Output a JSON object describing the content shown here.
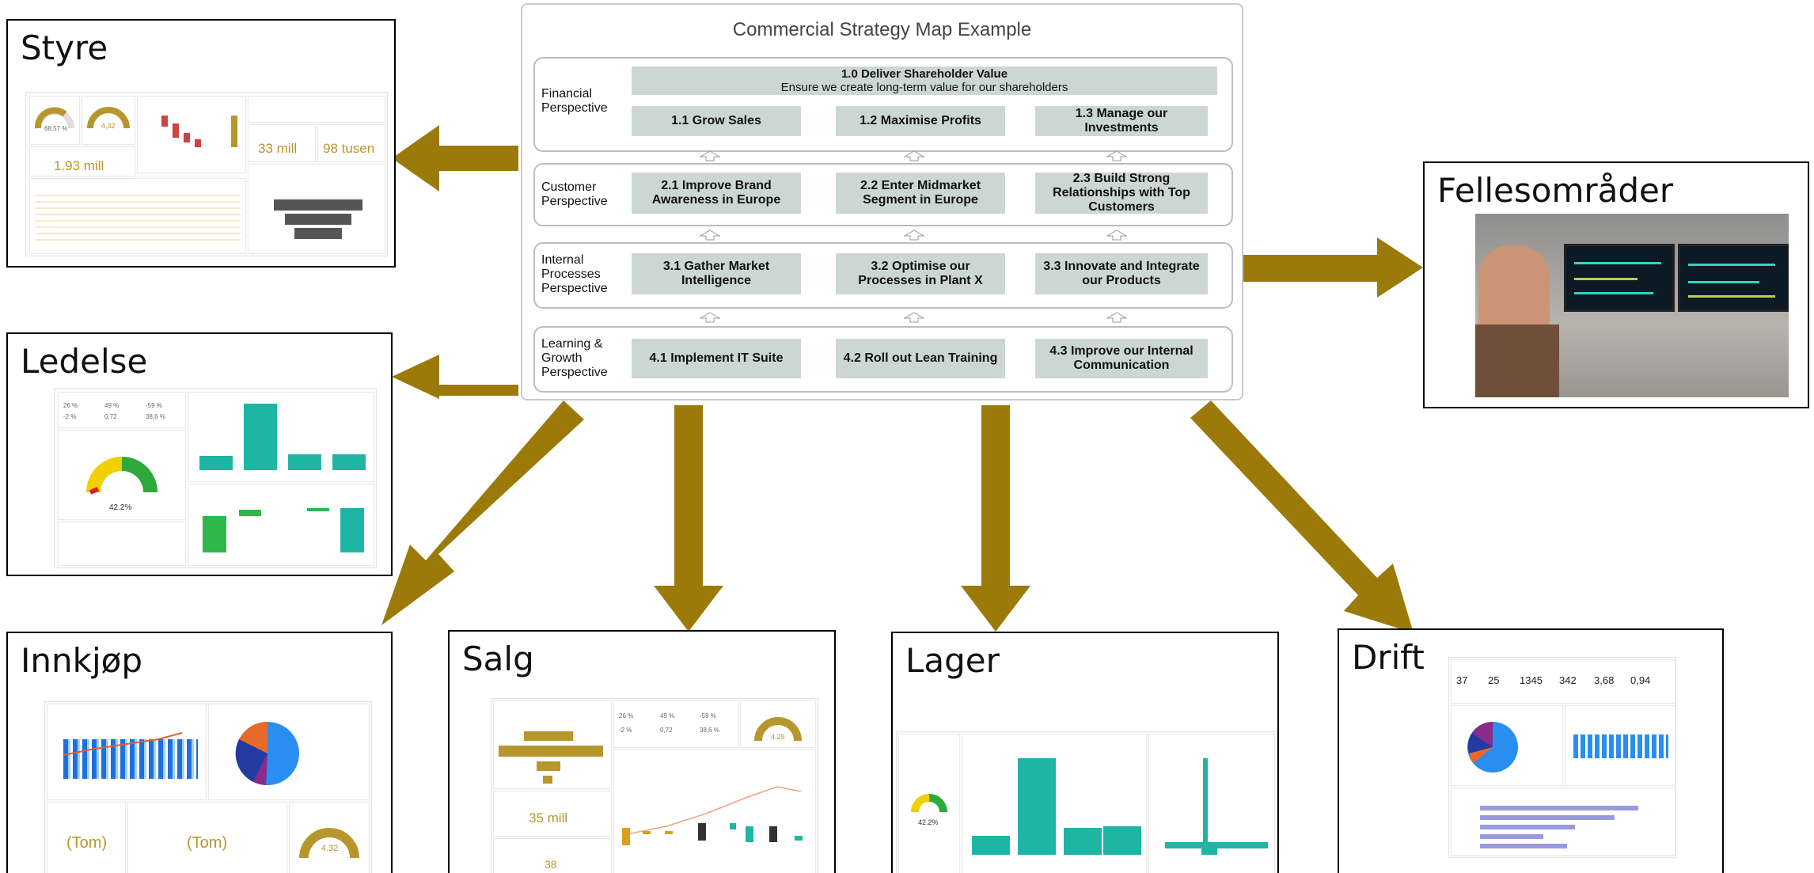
{
  "strategy_map": {
    "title": "Commercial Strategy Map Example",
    "perspectives": [
      {
        "label": "Financial\nPerspective",
        "top_objective": {
          "line1": "1.0 Deliver Shareholder Value",
          "line2": "Ensure we create long-term value for our shareholders"
        },
        "objectives": [
          "1.1 Grow Sales",
          "1.2 Maximise Profits",
          "1.3 Manage our Investments"
        ]
      },
      {
        "label": "Customer\nPerspective",
        "objectives": [
          "2.1 Improve Brand Awareness in Europe",
          "2.2  Enter Midmarket Segment in Europe",
          "2.3 Build Strong Relationships with Top Customers"
        ]
      },
      {
        "label": "Internal\nProcesses\nPerspective",
        "objectives": [
          "3.1 Gather Market Intelligence",
          "3.2  Optimise our Processes in Plant X",
          "3.3 Innovate and Integrate our Products"
        ]
      },
      {
        "label": "Learning &\nGrowth\nPerspective",
        "objectives": [
          "4.1 Implement IT Suite",
          "4.2  Roll out Lean Training",
          "4.3 Improve our Internal Communication"
        ]
      }
    ]
  },
  "panels": {
    "styre": {
      "title": "Styre",
      "kpi1": "1.93 mill",
      "kpi2": "33 mill",
      "kpi3": "98 tusen",
      "gauge1": "68,57 %",
      "gauge2": "4,32"
    },
    "ledelse": {
      "title": "Ledelse",
      "gauge": "42.2%",
      "kpis": [
        "26 %",
        "49 %",
        "-59 %",
        "-2 %",
        "0,72",
        "38,6 %"
      ]
    },
    "innkjop": {
      "title": "Innkjøp",
      "card1": "(Tom)",
      "card2": "(Tom)",
      "gauge": "4.32"
    },
    "salg": {
      "title": "Salg",
      "value1": "35 mill",
      "value2": "38",
      "gauge": "4.29",
      "kpis": [
        "26 %",
        "49 %",
        "-59 %",
        "-2 %",
        "0,72",
        "38,6 %"
      ]
    },
    "lager": {
      "title": "Lager",
      "gauge": "42.2%"
    },
    "drift": {
      "title": "Drift",
      "kpis": [
        "37",
        "25",
        "1345",
        "342",
        "3,68",
        "0,94"
      ]
    },
    "fellesomrader": {
      "title": "Fellesområder"
    }
  },
  "colors": {
    "arrow": "#9c7a0a",
    "objective_fill": "#ccd7d3",
    "teal": "#1fb5a5",
    "gold": "#b8962e"
  }
}
